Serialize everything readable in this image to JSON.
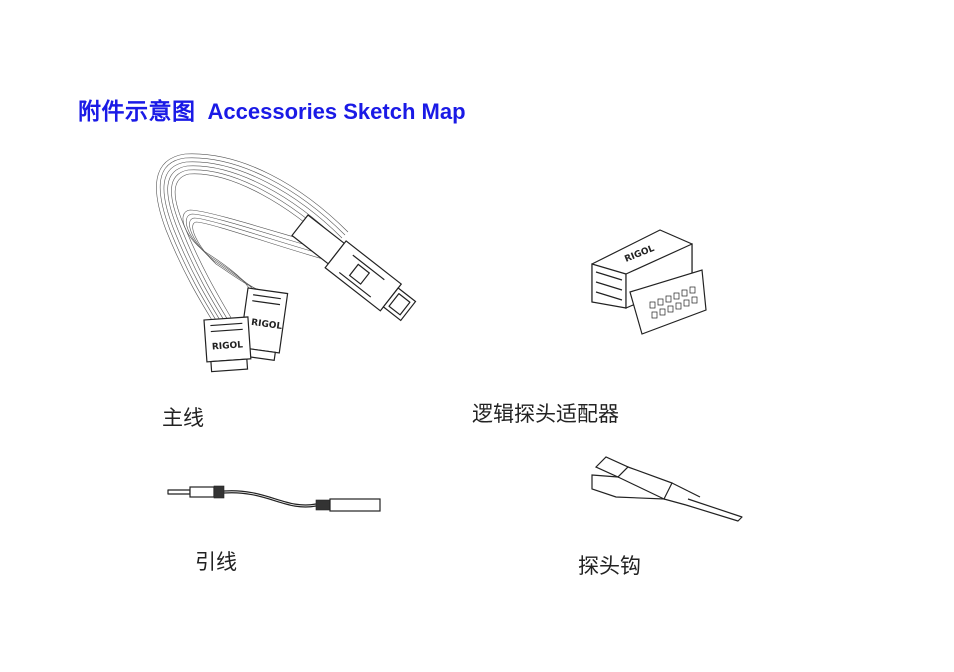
{
  "page": {
    "title_cn": "附件示意图",
    "title_en": "Accessories Sketch Map",
    "title_color": "#1a1ae6"
  },
  "items": [
    {
      "caption": "主线"
    },
    {
      "caption": "逻辑探头适配器"
    },
    {
      "caption": "引线"
    },
    {
      "caption": "探头钩"
    }
  ],
  "brand_mark": "RIGOL"
}
